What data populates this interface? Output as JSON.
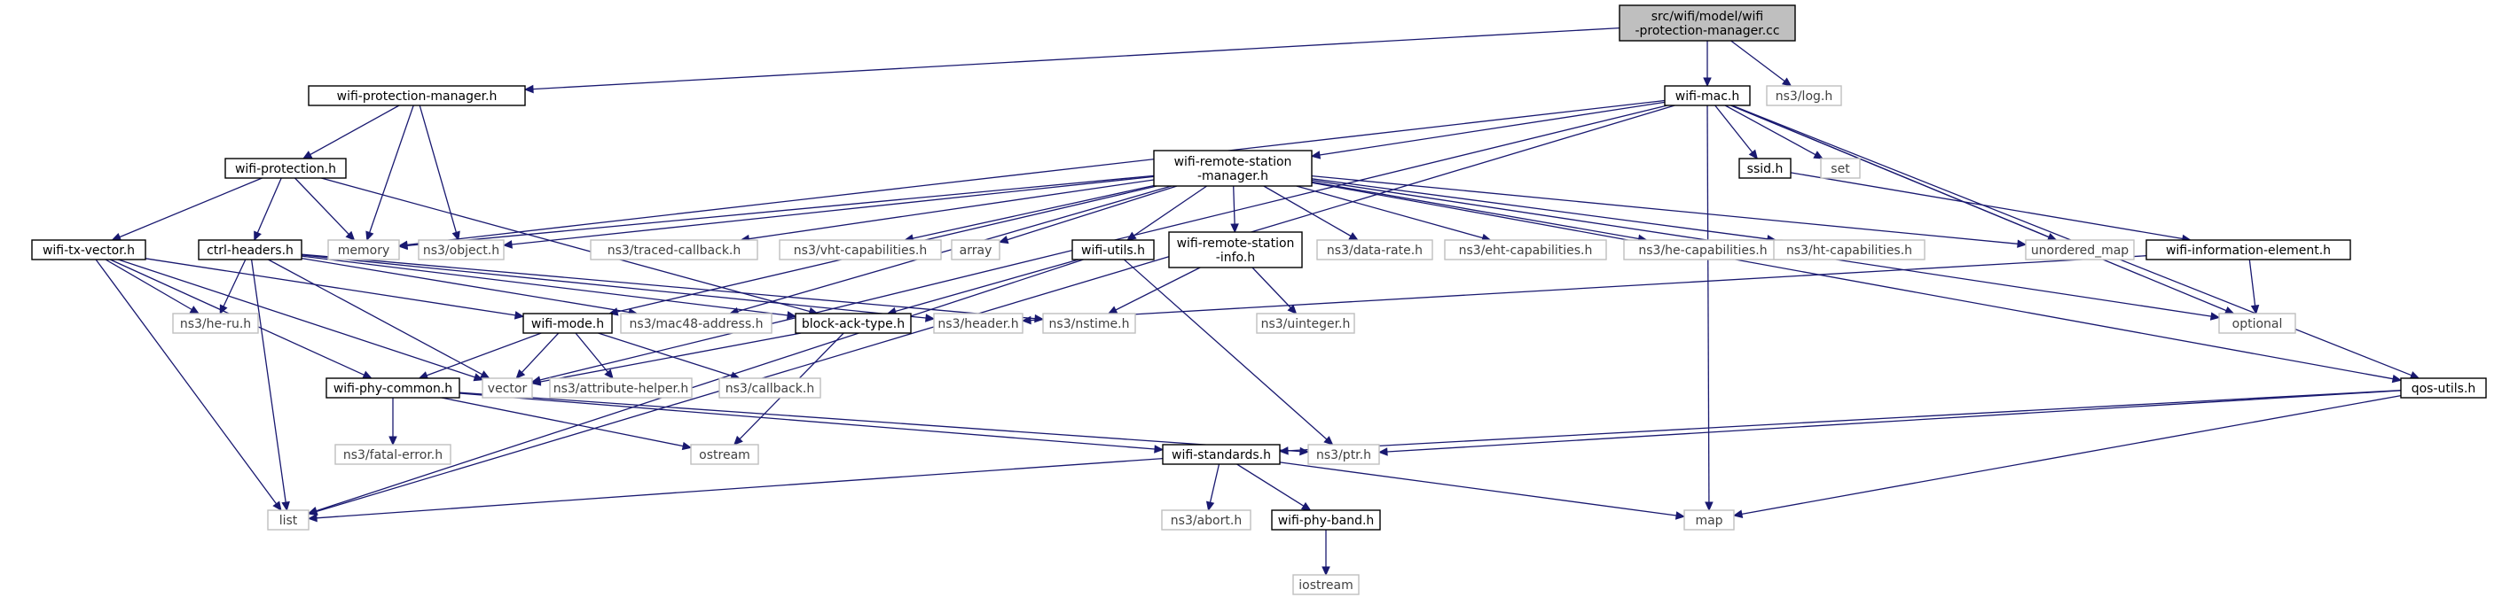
{
  "diagram": {
    "kind": "include-dependency-graph",
    "colors": {
      "edge": "#191970",
      "root_fill": "#bfbfbf",
      "internal_border": "#000000",
      "external_border": "#bfbfbf",
      "external_text": "#404040"
    },
    "nodes": [
      {
        "id": "root",
        "kind": "root",
        "lines": [
          "src/wifi/model/wifi",
          "-protection-manager.cc"
        ]
      },
      {
        "id": "wpm_h",
        "kind": "int",
        "lines": [
          "wifi-protection-manager.h"
        ]
      },
      {
        "id": "wifi_mac",
        "kind": "int",
        "lines": [
          "wifi-mac.h"
        ]
      },
      {
        "id": "ns3_log",
        "kind": "ext",
        "lines": [
          "ns3/log.h"
        ]
      },
      {
        "id": "wifi_protection",
        "kind": "int",
        "lines": [
          "wifi-protection.h"
        ]
      },
      {
        "id": "wrsm",
        "kind": "int",
        "lines": [
          "wifi-remote-station",
          "-manager.h"
        ]
      },
      {
        "id": "ssid",
        "kind": "int",
        "lines": [
          "ssid.h"
        ]
      },
      {
        "id": "set",
        "kind": "ext",
        "lines": [
          "set"
        ]
      },
      {
        "id": "wtxv",
        "kind": "int",
        "lines": [
          "wifi-tx-vector.h"
        ]
      },
      {
        "id": "ctrl",
        "kind": "int",
        "lines": [
          "ctrl-headers.h"
        ]
      },
      {
        "id": "memory",
        "kind": "ext",
        "lines": [
          "memory"
        ]
      },
      {
        "id": "ns3_object",
        "kind": "ext",
        "lines": [
          "ns3/object.h"
        ]
      },
      {
        "id": "traced_cb",
        "kind": "ext",
        "lines": [
          "ns3/traced-callback.h"
        ]
      },
      {
        "id": "vht",
        "kind": "ext",
        "lines": [
          "ns3/vht-capabilities.h"
        ]
      },
      {
        "id": "array",
        "kind": "ext",
        "lines": [
          "array"
        ]
      },
      {
        "id": "wifi_utils",
        "kind": "int",
        "lines": [
          "wifi-utils.h"
        ]
      },
      {
        "id": "wrsi",
        "kind": "int",
        "lines": [
          "wifi-remote-station",
          "-info.h"
        ]
      },
      {
        "id": "data_rate",
        "kind": "ext",
        "lines": [
          "ns3/data-rate.h"
        ]
      },
      {
        "id": "eht",
        "kind": "ext",
        "lines": [
          "ns3/eht-capabilities.h"
        ]
      },
      {
        "id": "he_cap",
        "kind": "ext",
        "lines": [
          "ns3/he-capabilities.h"
        ]
      },
      {
        "id": "ht",
        "kind": "ext",
        "lines": [
          "ns3/ht-capabilities.h"
        ]
      },
      {
        "id": "umap",
        "kind": "ext",
        "lines": [
          "unordered_map"
        ]
      },
      {
        "id": "wie",
        "kind": "int",
        "lines": [
          "wifi-information-element.h"
        ]
      },
      {
        "id": "he_ru",
        "kind": "ext",
        "lines": [
          "ns3/he-ru.h"
        ]
      },
      {
        "id": "wifi_mode",
        "kind": "int",
        "lines": [
          "wifi-mode.h"
        ]
      },
      {
        "id": "mac48",
        "kind": "ext",
        "lines": [
          "ns3/mac48-address.h"
        ]
      },
      {
        "id": "bat",
        "kind": "int",
        "lines": [
          "block-ack-type.h"
        ]
      },
      {
        "id": "header",
        "kind": "ext",
        "lines": [
          "ns3/header.h"
        ]
      },
      {
        "id": "nstime",
        "kind": "ext",
        "lines": [
          "ns3/nstime.h"
        ]
      },
      {
        "id": "uinteger",
        "kind": "ext",
        "lines": [
          "ns3/uinteger.h"
        ]
      },
      {
        "id": "optional",
        "kind": "ext",
        "lines": [
          "optional"
        ]
      },
      {
        "id": "vector",
        "kind": "ext",
        "lines": [
          "vector"
        ]
      },
      {
        "id": "attr",
        "kind": "ext",
        "lines": [
          "ns3/attribute-helper.h"
        ]
      },
      {
        "id": "callback",
        "kind": "ext",
        "lines": [
          "ns3/callback.h"
        ]
      },
      {
        "id": "wpc",
        "kind": "int",
        "lines": [
          "wifi-phy-common.h"
        ]
      },
      {
        "id": "qos",
        "kind": "int",
        "lines": [
          "qos-utils.h"
        ]
      },
      {
        "id": "fatal",
        "kind": "ext",
        "lines": [
          "ns3/fatal-error.h"
        ]
      },
      {
        "id": "ostream",
        "kind": "ext",
        "lines": [
          "ostream"
        ]
      },
      {
        "id": "wstd",
        "kind": "int",
        "lines": [
          "wifi-standards.h"
        ]
      },
      {
        "id": "ptr",
        "kind": "ext",
        "lines": [
          "ns3/ptr.h"
        ]
      },
      {
        "id": "list",
        "kind": "ext",
        "lines": [
          "list"
        ]
      },
      {
        "id": "abort",
        "kind": "ext",
        "lines": [
          "ns3/abort.h"
        ]
      },
      {
        "id": "wpb",
        "kind": "int",
        "lines": [
          "wifi-phy-band.h"
        ]
      },
      {
        "id": "map",
        "kind": "ext",
        "lines": [
          "map"
        ]
      },
      {
        "id": "iostream",
        "kind": "ext",
        "lines": [
          "iostream"
        ]
      }
    ],
    "edges": [
      [
        "root",
        "wpm_h"
      ],
      [
        "root",
        "wifi_mac"
      ],
      [
        "root",
        "ns3_log"
      ],
      [
        "wpm_h",
        "wifi_protection"
      ],
      [
        "wpm_h",
        "memory"
      ],
      [
        "wpm_h",
        "ns3_object"
      ],
      [
        "wifi_mac",
        "wrsm"
      ],
      [
        "wifi_mac",
        "ssid"
      ],
      [
        "wifi_mac",
        "set"
      ],
      [
        "wifi_mac",
        "memory"
      ],
      [
        "wifi_mac",
        "vector"
      ],
      [
        "wifi_mac",
        "list"
      ],
      [
        "wifi_mac",
        "umap"
      ],
      [
        "wifi_mac",
        "optional"
      ],
      [
        "wifi_mac",
        "qos"
      ],
      [
        "wifi_mac",
        "map"
      ],
      [
        "wifi_protection",
        "wtxv"
      ],
      [
        "wifi_protection",
        "ctrl"
      ],
      [
        "wifi_protection",
        "memory"
      ],
      [
        "wifi_protection",
        "bat"
      ],
      [
        "wrsm",
        "memory"
      ],
      [
        "wrsm",
        "ns3_object"
      ],
      [
        "wrsm",
        "traced_cb"
      ],
      [
        "wrsm",
        "vht"
      ],
      [
        "wrsm",
        "array"
      ],
      [
        "wrsm",
        "wifi_utils"
      ],
      [
        "wrsm",
        "wrsi"
      ],
      [
        "wrsm",
        "data_rate"
      ],
      [
        "wrsm",
        "eht"
      ],
      [
        "wrsm",
        "he_cap"
      ],
      [
        "wrsm",
        "ht"
      ],
      [
        "wrsm",
        "umap"
      ],
      [
        "wrsm",
        "optional"
      ],
      [
        "wrsm",
        "wifi_mode"
      ],
      [
        "wrsm",
        "mac48"
      ],
      [
        "wrsm",
        "qos"
      ],
      [
        "ssid",
        "wie"
      ],
      [
        "wie",
        "header"
      ],
      [
        "wie",
        "optional"
      ],
      [
        "wtxv",
        "he_ru"
      ],
      [
        "wtxv",
        "wifi_mode"
      ],
      [
        "wtxv",
        "vector"
      ],
      [
        "wtxv",
        "wpc"
      ],
      [
        "wtxv",
        "list"
      ],
      [
        "ctrl",
        "he_ru"
      ],
      [
        "ctrl",
        "mac48"
      ],
      [
        "ctrl",
        "header"
      ],
      [
        "ctrl",
        "nstime"
      ],
      [
        "ctrl",
        "bat"
      ],
      [
        "ctrl",
        "vector"
      ],
      [
        "ctrl",
        "list"
      ],
      [
        "wifi_utils",
        "bat"
      ],
      [
        "wifi_utils",
        "ptr"
      ],
      [
        "wifi_utils",
        "list"
      ],
      [
        "wrsi",
        "nstime"
      ],
      [
        "wrsi",
        "uinteger"
      ],
      [
        "wifi_mode",
        "vector"
      ],
      [
        "wifi_mode",
        "attr"
      ],
      [
        "wifi_mode",
        "callback"
      ],
      [
        "wifi_mode",
        "wpc"
      ],
      [
        "bat",
        "vector"
      ],
      [
        "bat",
        "ostream"
      ],
      [
        "wpc",
        "fatal"
      ],
      [
        "wpc",
        "ostream"
      ],
      [
        "wpc",
        "wstd"
      ],
      [
        "wpc",
        "ptr"
      ],
      [
        "qos",
        "ptr"
      ],
      [
        "qos",
        "map"
      ],
      [
        "qos",
        "wstd"
      ],
      [
        "wstd",
        "list"
      ],
      [
        "wstd",
        "abort"
      ],
      [
        "wstd",
        "wpb"
      ],
      [
        "wstd",
        "map"
      ],
      [
        "wpb",
        "iostream"
      ]
    ]
  }
}
